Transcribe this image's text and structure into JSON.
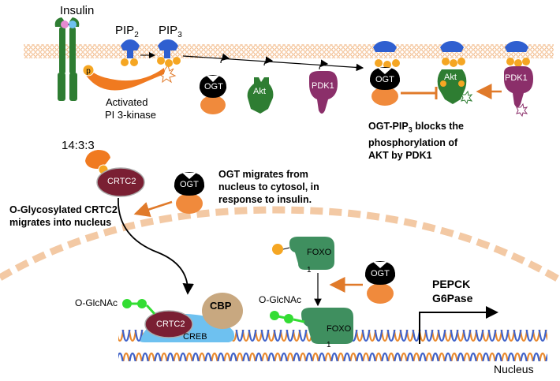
{
  "membrane": {
    "insulin_label": "Insulin",
    "pip2_label": "PIP",
    "pip2_sub": "2",
    "pip3_label": "PIP",
    "pip3_sub": "3",
    "pi3k_line1": "Activated",
    "pi3k_line2": "PI 3-kinase",
    "ogt_label": "OGT",
    "akt_label": "Akt",
    "pdk1_label": "PDK1",
    "p_label": "p"
  },
  "blocking_note": {
    "line1a": "OGT-PIP",
    "line1_sub": "3",
    "line1b": " blocks the",
    "line2": "phosphorylation of",
    "line3": "AKT by PDK1"
  },
  "cytosol": {
    "label_1433": "14:3:3",
    "crtc2_label": "CRTC2",
    "ogt_label": "OGT",
    "migrate_note_line1": "OGT migrates from",
    "migrate_note_line2": "nucleus to cytosol, in",
    "migrate_note_line3": "response to insulin.",
    "glyco_note_line1": "O-Glycosylated CRTC2",
    "glyco_note_line2": "migrates into nucleus"
  },
  "nucleus": {
    "foxo_label": "FOXO",
    "foxo_sub": "1",
    "ogt_label": "OGT",
    "oglcnac_label_left": "O-GlcNAc",
    "oglcnac_label_right": "O-GlcNAc",
    "crtc2_label": "CRTC2",
    "creb_label": "CREB",
    "cbp_label": "CBP",
    "gene1": "PEPCK",
    "gene2": "G6Pase",
    "nucleus_label": "Nucleus"
  },
  "colors": {
    "ogt_black": "#000000",
    "ogt_body_orange": "#f08a3c",
    "akt_green": "#2e7d32",
    "pdk1_purple": "#8b2f6a",
    "pip_blue": "#2f5fd0",
    "phosphate_orange": "#f5a623",
    "crtc2_maroon": "#7a1f33",
    "creb_blue": "#6ec1f0",
    "cbp_tan": "#c8a880",
    "foxo_green": "#3f8f5f",
    "glcnac_green": "#33dd33",
    "membrane_orange": "#f0b078",
    "dna_orange": "#e98a2f",
    "dna_blue": "#4062c8",
    "arrow_orange": "#e07a2a"
  }
}
